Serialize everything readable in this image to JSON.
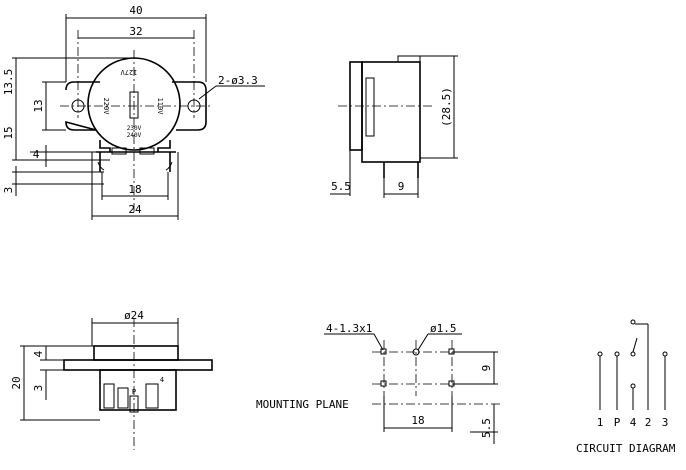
{
  "front_view": {
    "dim_overall_width": "40",
    "dim_hole_spacing": "32",
    "dim_hole_note": "2-ø3.3",
    "dim_top_offset": "13.5",
    "dim_flange_height": "13",
    "dim_body_height": "15",
    "dim_gap": "4",
    "dim_pin_length": "3",
    "dim_pin_spacing": "18",
    "dim_base_width": "24",
    "voltage_labels": [
      "127V",
      "220V",
      "110V",
      "230V",
      "240V"
    ]
  },
  "side_view": {
    "dim_height": "(28.5)",
    "dim_pin_offset": "5.5",
    "dim_depth": "9"
  },
  "bottom_view": {
    "dim_diameter": "ø24",
    "dim_top": "4",
    "dim_total_height": "20",
    "dim_lower": "3",
    "pin_labels": [
      "P",
      "4"
    ]
  },
  "mounting": {
    "slot_note": "4-1.3x1",
    "hole_note": "ø1.5",
    "dim_vertical": "9",
    "dim_horizontal": "18",
    "dim_plane_offset": "5.5",
    "plane_label": "MOUNTING PLANE"
  },
  "circuit": {
    "title": "CIRCUIT DIAGRAM",
    "terminal_labels": [
      "1",
      "P",
      "4",
      "2",
      "3"
    ]
  }
}
